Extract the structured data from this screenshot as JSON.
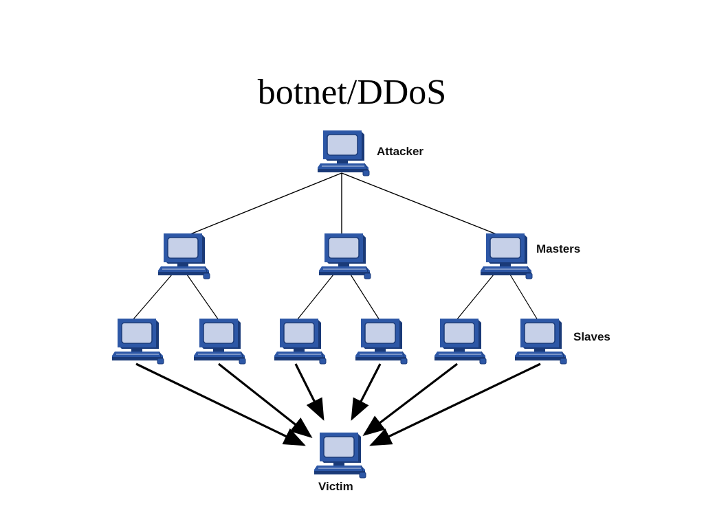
{
  "title": "botnet/DDoS",
  "labels": {
    "attacker": "Attacker",
    "masters": "Masters",
    "slaves": "Slaves",
    "victim": "Victim"
  },
  "nodes": [
    {
      "name": "attacker-computer-icon"
    },
    {
      "name": "master-computer-icon"
    },
    {
      "name": "master-computer-icon"
    },
    {
      "name": "master-computer-icon"
    },
    {
      "name": "slave-computer-icon"
    },
    {
      "name": "slave-computer-icon"
    },
    {
      "name": "slave-computer-icon"
    },
    {
      "name": "slave-computer-icon"
    },
    {
      "name": "slave-computer-icon"
    },
    {
      "name": "slave-computer-icon"
    },
    {
      "name": "victim-computer-icon"
    }
  ],
  "colors": {
    "monitor_face": "#2d57a6",
    "monitor_side": "#1a3a78",
    "screen": "#c6d0e8",
    "line": "#000000"
  }
}
